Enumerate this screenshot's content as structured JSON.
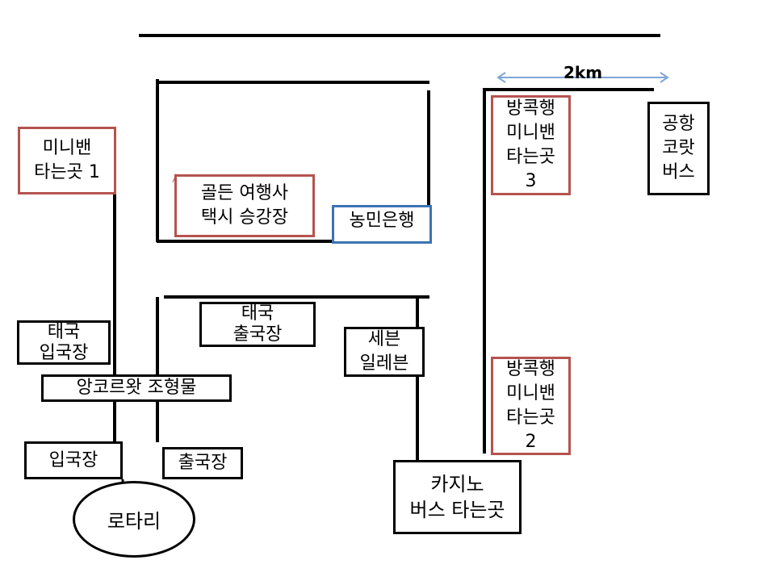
{
  "places": {
    "minivan1": {
      "line1": "미니밴",
      "line2": "타는곳 1"
    },
    "golden": {
      "line1": "골든 여행사",
      "line2": "택시 승강장"
    },
    "bank": {
      "label": "농민은행"
    },
    "bkk3": {
      "line1": "방콕행",
      "line2": "미니밴",
      "line3": "타는곳",
      "line4": "3"
    },
    "airport": {
      "line1": "공항",
      "line2": "코랏",
      "line3": "버스"
    },
    "th_entry": {
      "line1": "태국",
      "line2": "입국장"
    },
    "th_exit": {
      "line1": "태국",
      "line2": "출국장"
    },
    "seven": {
      "line1": "세븐",
      "line2": "일레븐"
    },
    "angkor": {
      "label": "앙코르왓 조형물"
    },
    "entry": {
      "label": "입국장"
    },
    "exit": {
      "label": "출국장"
    },
    "bkk2": {
      "line1": "방콕행",
      "line2": "미니밴",
      "line3": "타는곳",
      "line4": "2"
    },
    "casino": {
      "line1": "카지노",
      "line2": "버스 타는곳"
    },
    "rotary": {
      "label": "로타리"
    }
  },
  "scale": {
    "label": "2km"
  },
  "colors": {
    "red_border": "#b5534f",
    "blue_border": "#3b73b4",
    "scale_arrow": "#7fa6d6",
    "road": "#000000"
  }
}
